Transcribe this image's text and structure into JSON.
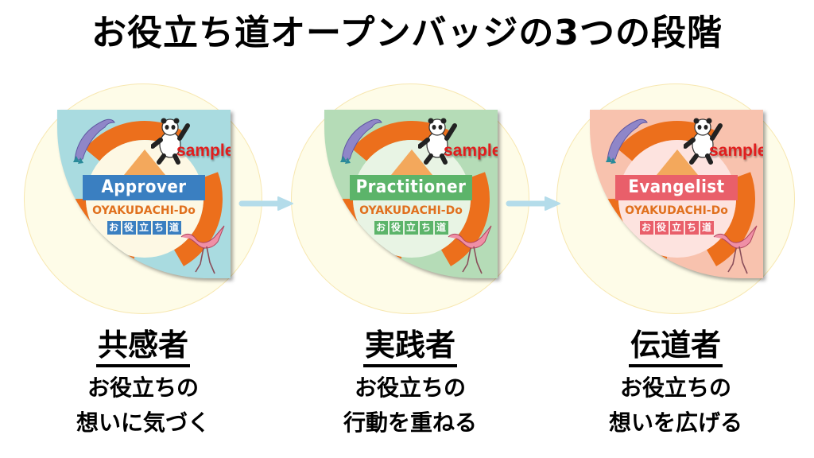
{
  "title": "お役立ち道オープンバッジの3つの段階",
  "stages": [
    {
      "badge_name": "Approver",
      "org": "OYAKUDACHI-Do",
      "org_kanji": [
        "お",
        "役",
        "立",
        "ち",
        "道"
      ],
      "watermark": "sample",
      "role": "共感者",
      "desc_line1": "お役立ちの",
      "desc_line2": "想いに気づく",
      "colors": {
        "bg": "#a9dbe0",
        "inner": "#fdf8e4",
        "band": "#3a7fc1",
        "kanji_box": "#3a7fc1"
      }
    },
    {
      "badge_name": "Practitioner",
      "org": "OYAKUDACHI-Do",
      "org_kanji": [
        "お",
        "役",
        "立",
        "ち",
        "道"
      ],
      "watermark": "sample",
      "role": "実践者",
      "desc_line1": "お役立ちの",
      "desc_line2": "行動を重ねる",
      "colors": {
        "bg": "#b5dcb7",
        "inner": "#e8f4e4",
        "band": "#5cb46a",
        "kanji_box": "#5cb46a"
      }
    },
    {
      "badge_name": "Evangelist",
      "org": "OYAKUDACHI-Do",
      "org_kanji": [
        "お",
        "役",
        "立",
        "ち",
        "道"
      ],
      "watermark": "sample",
      "role": "伝道者",
      "desc_line1": "お役立ちの",
      "desc_line2": "想いを広げる",
      "colors": {
        "bg": "#f8c2ae",
        "inner": "#fde3df",
        "band": "#e95f6a",
        "kanji_box": "#e95f6a"
      }
    }
  ],
  "ring_color": "#ec6f1c",
  "arrow_color": "#b4dcea"
}
